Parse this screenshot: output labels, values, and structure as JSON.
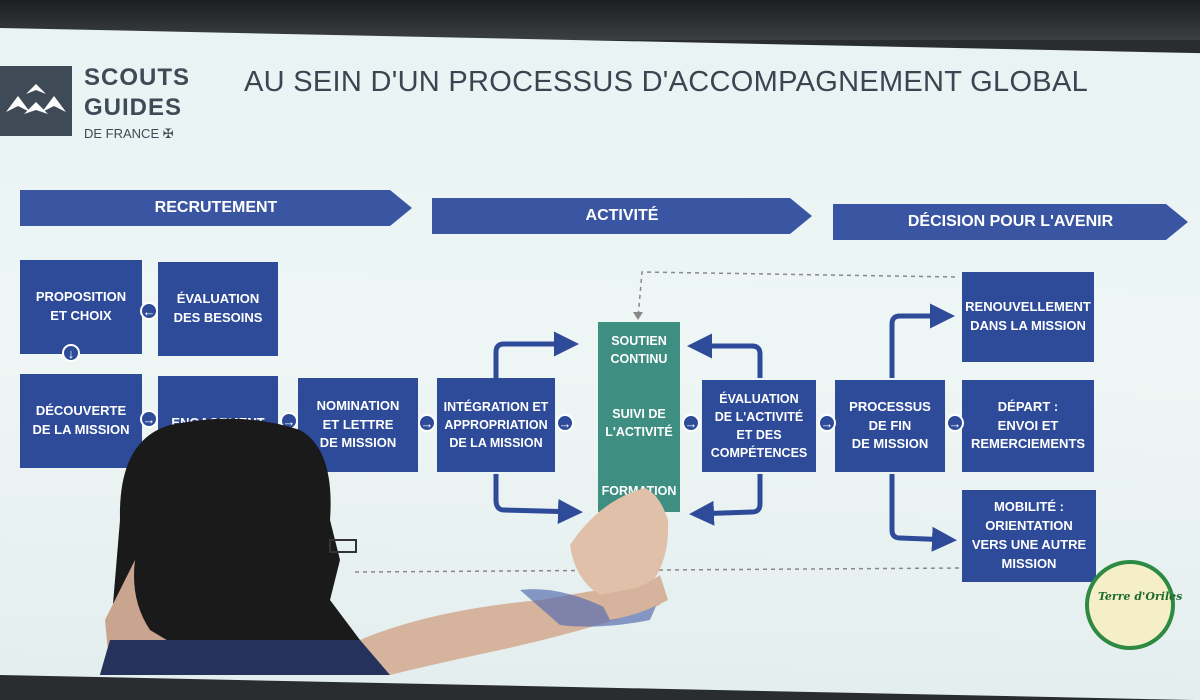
{
  "logo": {
    "line1": "SCOUTS",
    "line2": "GUIDES",
    "line3": "DE FRANCE ✠"
  },
  "title": "AU SEIN D'UN PROCESSUS D'ACCOMPAGNEMENT GLOBAL",
  "banners": {
    "recrutement": "RECRUTEMENT",
    "activite": "ACTIVITÉ",
    "decision": "DÉCISION POUR L'AVENIR"
  },
  "boxes": {
    "proposition": "PROPOSITION\nET CHOIX",
    "evaluation_besoins": "ÉVALUATION\nDES BESOINS",
    "decouverte": "DÉCOUVERTE\nDE LA MISSION",
    "engagement": "ENGAGEMENT",
    "nomination": "NOMINATION\nET LETTRE\nDE MISSION",
    "integration": "INTÉGRATION ET\nAPPROPRIATION\nDE LA MISSION",
    "evaluation_activite": "ÉVALUATION\nDE L'ACTIVITÉ\nET DES\nCOMPÉTENCES",
    "processus_fin": "PROCESSUS\nDE FIN\nDE MISSION",
    "renouvellement": "RENOUVELLEMENT\nDANS LA MISSION",
    "depart": "DÉPART :\nENVOI ET\nREMERCIEMENTS",
    "mobilite": "MOBILITÉ :\nORIENTATION\nVERS UNE AUTRE\nMISSION"
  },
  "green": {
    "soutien": "SOUTIEN\nCONTINU",
    "suivi": "SUIVI DE\nL'ACTIVITÉ",
    "formation": "FORMATION"
  },
  "badge": {
    "text": "Terre d'Oriles"
  },
  "colors": {
    "box": "#2e4b9a",
    "banner": "#3a56a3",
    "green": "#3e8f82",
    "screen": "#e9f3f4"
  }
}
